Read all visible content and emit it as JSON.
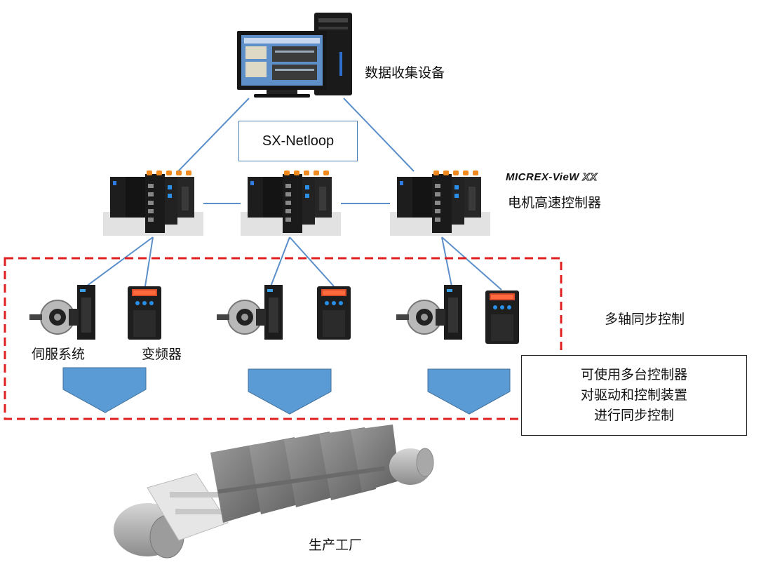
{
  "labels": {
    "data_collection": "数据收集设备",
    "network": "SX-Netloop",
    "brand_main": "MICREX-VieW",
    "brand_suffix": "XX",
    "controller": "电机高速控制器",
    "multi_axis": "多轴同步控制",
    "servo": "伺服系统",
    "inverter": "变频器",
    "factory": "生产工厂"
  },
  "note": {
    "line1": "可使用多台控制器",
    "line2": "对驱动和控制装置",
    "line3": "进行同步控制"
  },
  "icons": {
    "computer": "computer-icon",
    "controller": "plc-controller-icon",
    "servo_motor": "servo-motor-icon",
    "servo_drive": "servo-drive-icon",
    "inverter": "inverter-icon",
    "arrow": "down-arrow-icon",
    "factory": "factory-machine-icon"
  },
  "colors": {
    "link": "#5b8fca",
    "arrow": "#5b9bd5",
    "dashed_border": "#e02020",
    "accent_orange": "#f08a1e"
  }
}
